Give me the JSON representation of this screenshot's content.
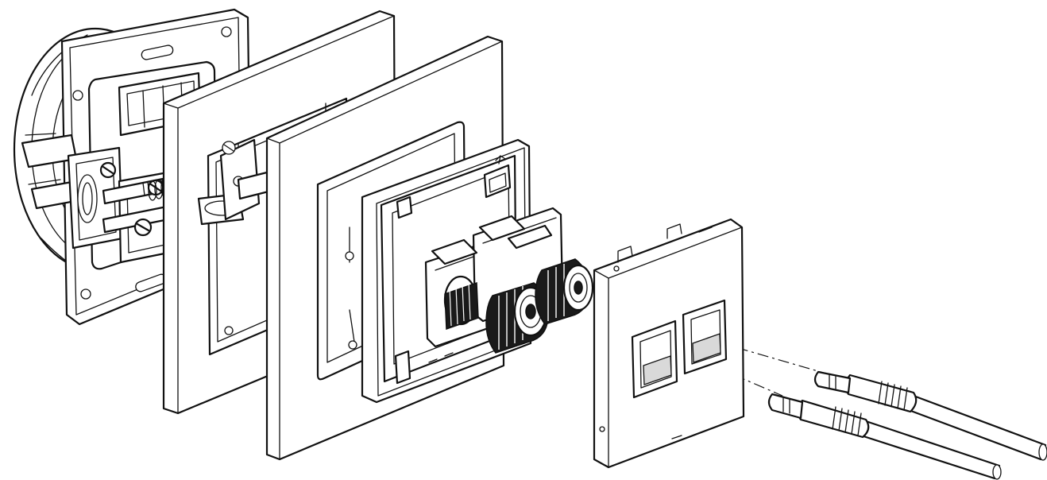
{
  "diagram": {
    "type": "exploded-assembly",
    "colors": {
      "stroke": "#111111",
      "background": "#ffffff",
      "shade": "#d9d9d9"
    },
    "parts": [
      {
        "id": "mounting-box-with-frame",
        "icon": "mounting-bracket"
      },
      {
        "id": "frame-plate-1",
        "icon": "square-frame"
      },
      {
        "id": "frame-plate-2",
        "icon": "square-frame"
      },
      {
        "id": "socket-insert",
        "icon": "speaker-terminal-insert"
      },
      {
        "id": "cover-plate",
        "icon": "two-port-cover"
      },
      {
        "id": "banana-plugs",
        "icon": "banana-plug",
        "count": 2
      }
    ]
  }
}
